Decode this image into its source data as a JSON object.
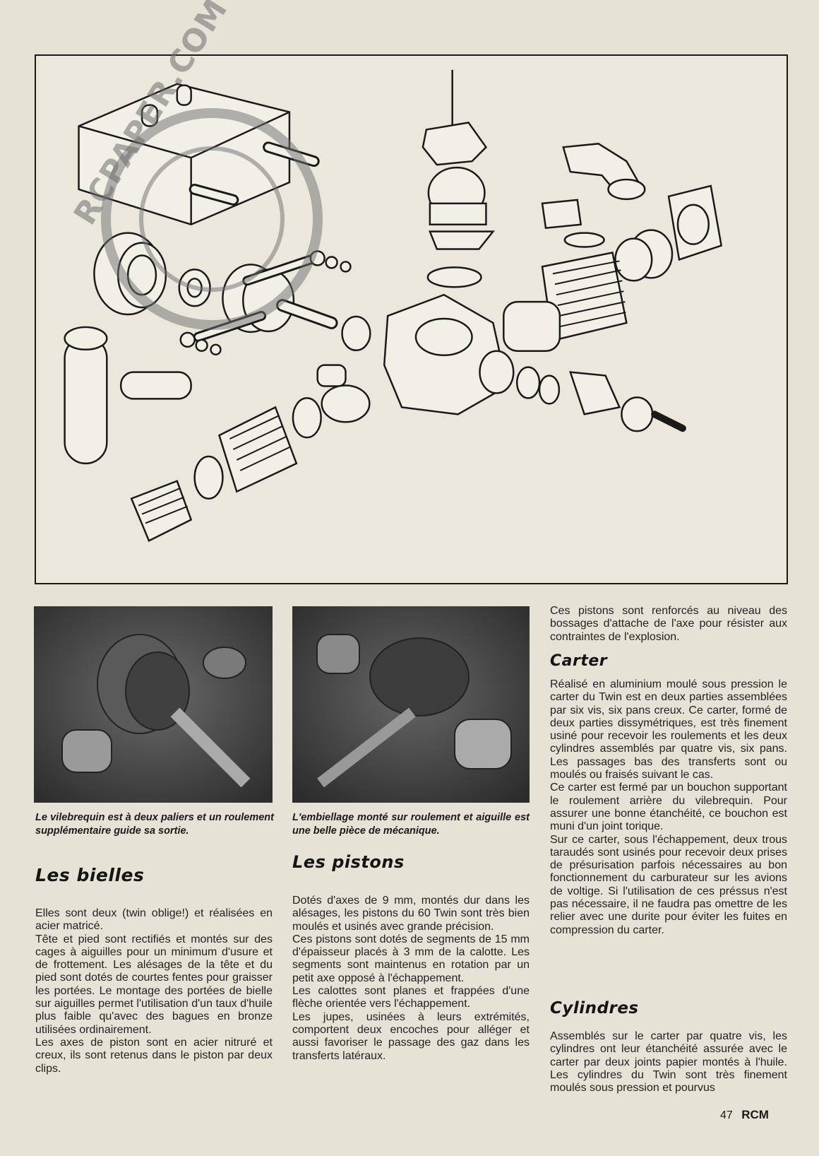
{
  "watermark": {
    "text": "RCPAPER.COM"
  },
  "photos": [
    {
      "caption": "Le vilebrequin est à deux paliers et un roulement supplémentaire guide sa sortie."
    },
    {
      "caption": "L'embiellage monté sur roulement et aiguille est une belle pièce de mécanique."
    }
  ],
  "sections": {
    "intro": {
      "paragraphs": [
        "Ces pistons sont renforcés au niveau des bossages d'attache de l'axe pour résister aux contraintes de l'explosion."
      ]
    },
    "bielles": {
      "title": "Les bielles",
      "paragraphs": [
        "Elles sont deux (twin oblige!) et réalisées en acier matricé.",
        "Tête et pied sont rectifiés et montés sur des cages à aiguilles pour un minimum d'usure et de frottement. Les alésages de la tête et du pied sont dotés de courtes fentes pour graisser les portées. Le montage des portées de bielle sur aiguilles permet l'utilisation d'un taux d'huile plus faible qu'avec des bagues en bronze utilisées ordinairement.",
        "Les axes de piston sont en acier nitruré et creux, ils sont retenus dans le piston par deux clips."
      ]
    },
    "pistons": {
      "title": "Les pistons",
      "paragraphs": [
        "Dotés d'axes de 9 mm, montés dur dans les alésages, les pistons du 60 Twin sont très bien moulés et usinés avec grande précision.",
        "Ces pistons sont dotés de segments de 15 mm d'épaisseur placés à 3 mm de la calotte. Les segments sont maintenus en rotation par un petit axe opposé à l'échappement.",
        "Les calottes sont planes et frappées d'une flèche orientée vers l'échappement.",
        "Les jupes, usinées à leurs extrémités, comportent deux encoches pour alléger et aussi favoriser le passage des gaz dans les transferts latéraux."
      ]
    },
    "carter": {
      "title": "Carter",
      "paragraphs": [
        "Réalisé en aluminium moulé sous pression le carter du Twin est en deux parties assemblées par six vis, six pans creux. Ce carter, formé de deux parties dissymétriques, est très finement usiné pour recevoir les roulements et les deux cylindres assemblés par quatre vis, six pans. Les passages bas des transferts sont ou moulés ou fraisés suivant le cas.",
        "Ce carter est fermé par un bouchon supportant le roulement arrière du vilebrequin. Pour assurer une bonne étanchéité, ce bouchon est muni d'un joint torique.",
        "Sur ce carter, sous l'échappement, deux trous taraudés sont usinés pour recevoir deux prises de présurisation parfois nécessaires au bon fonctionnement du carburateur sur les avions de voltige. Si l'utilisation de ces préssus n'est pas nécessaire, il ne faudra pas omettre de les relier avec une durite pour éviter les fuites en compression du carter."
      ]
    },
    "cylindres": {
      "title": "Cylindres",
      "paragraphs": [
        "Assemblés sur le carter par quatre vis, les cylindres ont leur étanchéité assurée avec le carter par deux joints papier montés à l'huile. Les cylindres du Twin sont très finement moulés sous pression et pourvus"
      ]
    }
  },
  "footer": {
    "page_number": "47",
    "magazine": "RCM"
  }
}
